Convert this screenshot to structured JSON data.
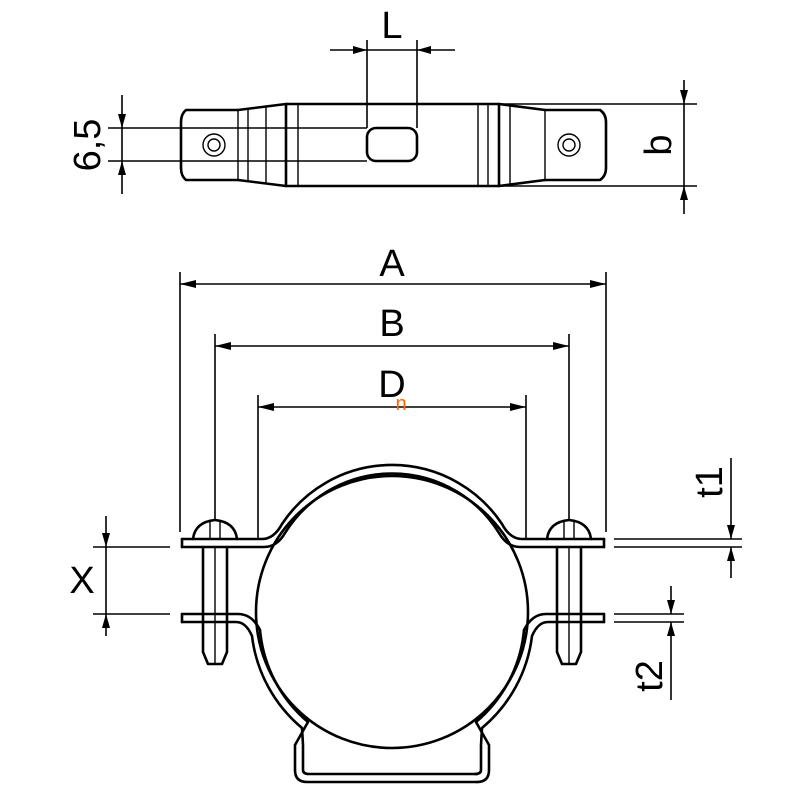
{
  "labels": {
    "L": "L",
    "slot_height": "6,5",
    "b": "b",
    "A": "A",
    "B": "B",
    "D": "D",
    "X": "X",
    "t1": "t1",
    "t2": "t2"
  },
  "cursor_glyph": "n",
  "colors": {
    "line": "#000000",
    "background": "#ffffff",
    "cursor": "#ff6600"
  }
}
